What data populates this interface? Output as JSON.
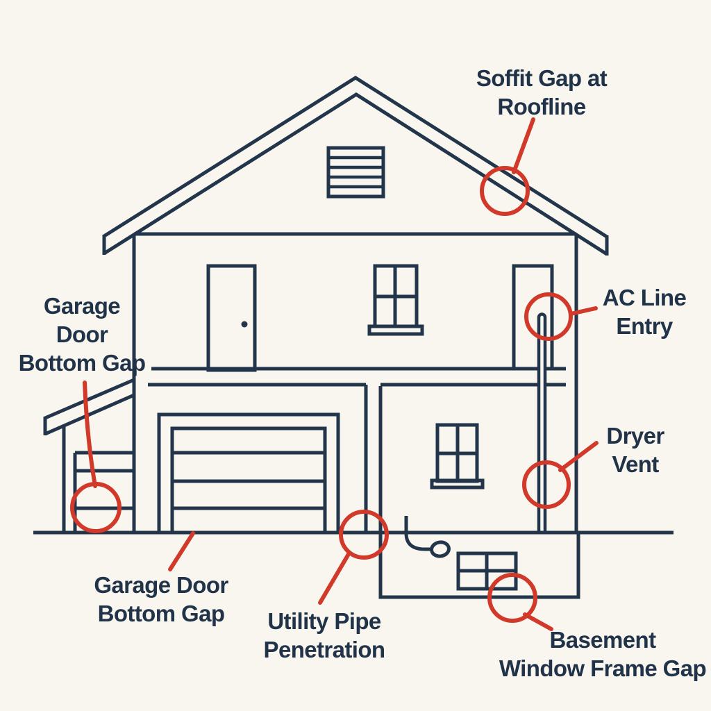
{
  "colors": {
    "background": "#f9f6ef",
    "line": "#22354a",
    "text": "#203349",
    "marker": "#d13a2b"
  },
  "callouts": {
    "soffit_gap": {
      "lines": [
        "Soffit Gap at",
        "Roofline"
      ]
    },
    "ac_line": {
      "lines": [
        "AC Line",
        "Entry"
      ]
    },
    "dryer_vent": {
      "lines": [
        "Dryer",
        "Vent"
      ]
    },
    "garage_door_upper": {
      "lines": [
        "Garage",
        "Door",
        "Bottom Gap"
      ]
    },
    "garage_door_lower": {
      "lines": [
        "Garage Door",
        "Bottom Gap"
      ]
    },
    "utility_pipe": {
      "lines": [
        "Utility Pipe",
        "Penetration"
      ]
    },
    "basement_window": {
      "lines": [
        "Basement",
        "Window Frame Gap"
      ]
    }
  }
}
